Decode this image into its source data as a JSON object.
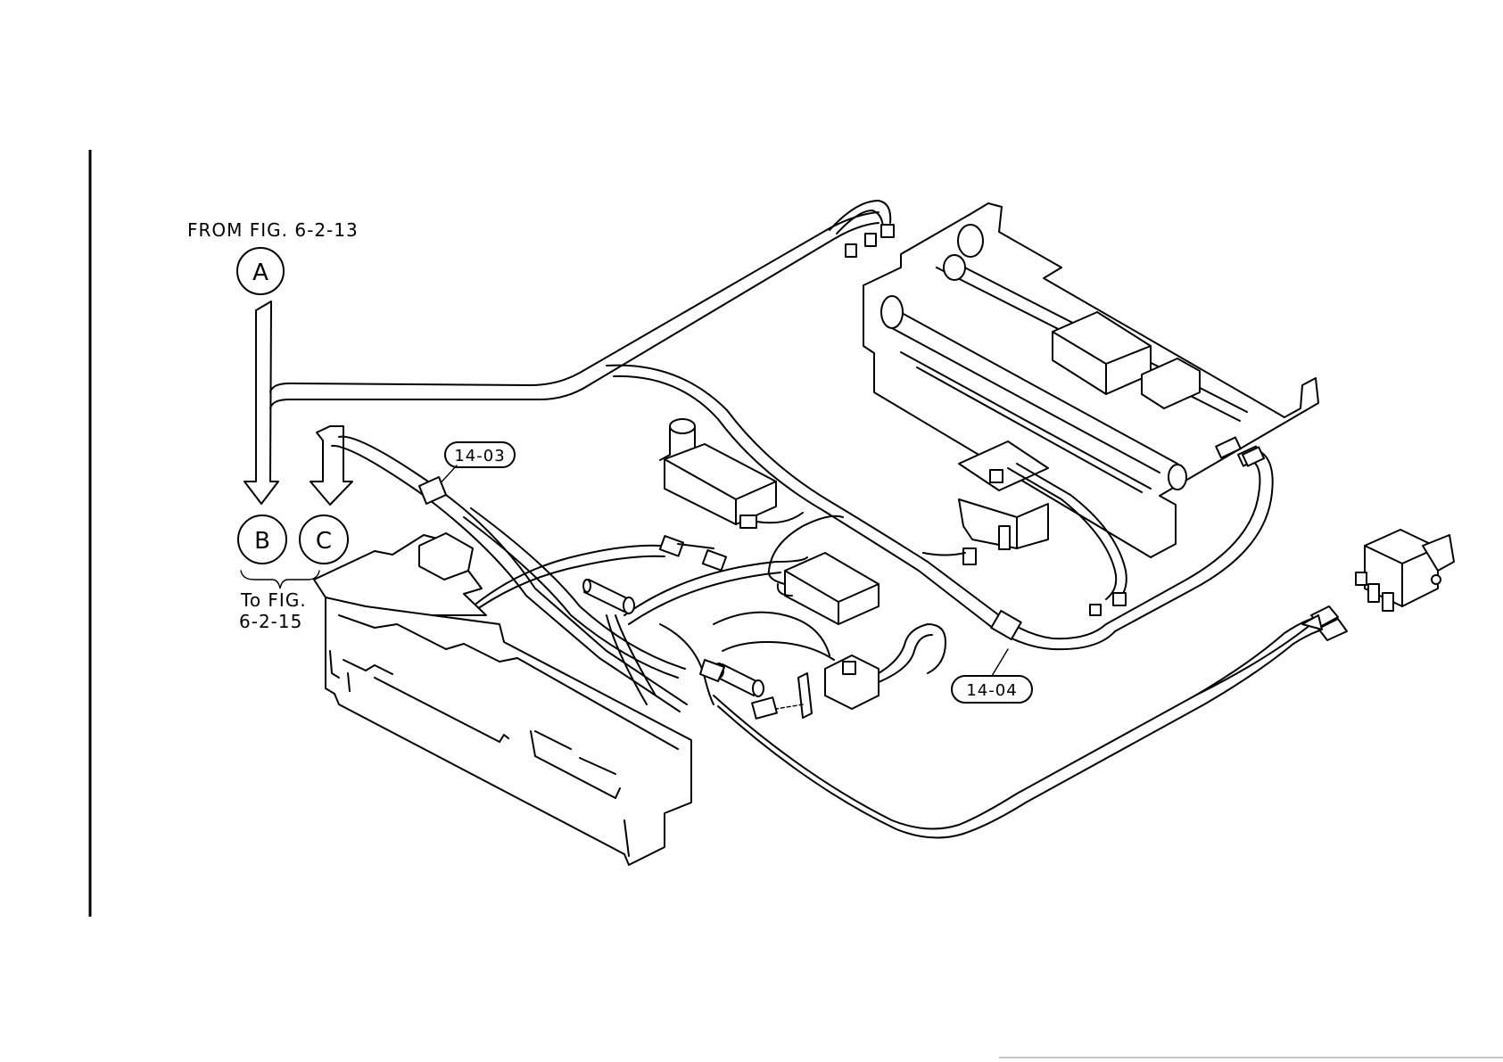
{
  "labels": {
    "from_fig": "FROM FIG. 6-2-13",
    "to_fig_line1": "To FIG.",
    "to_fig_line2": "6-2-15"
  },
  "connectors": {
    "a": "A",
    "b": "B",
    "c": "C"
  },
  "part_numbers": {
    "p1": "14-03",
    "p2": "14-04"
  }
}
